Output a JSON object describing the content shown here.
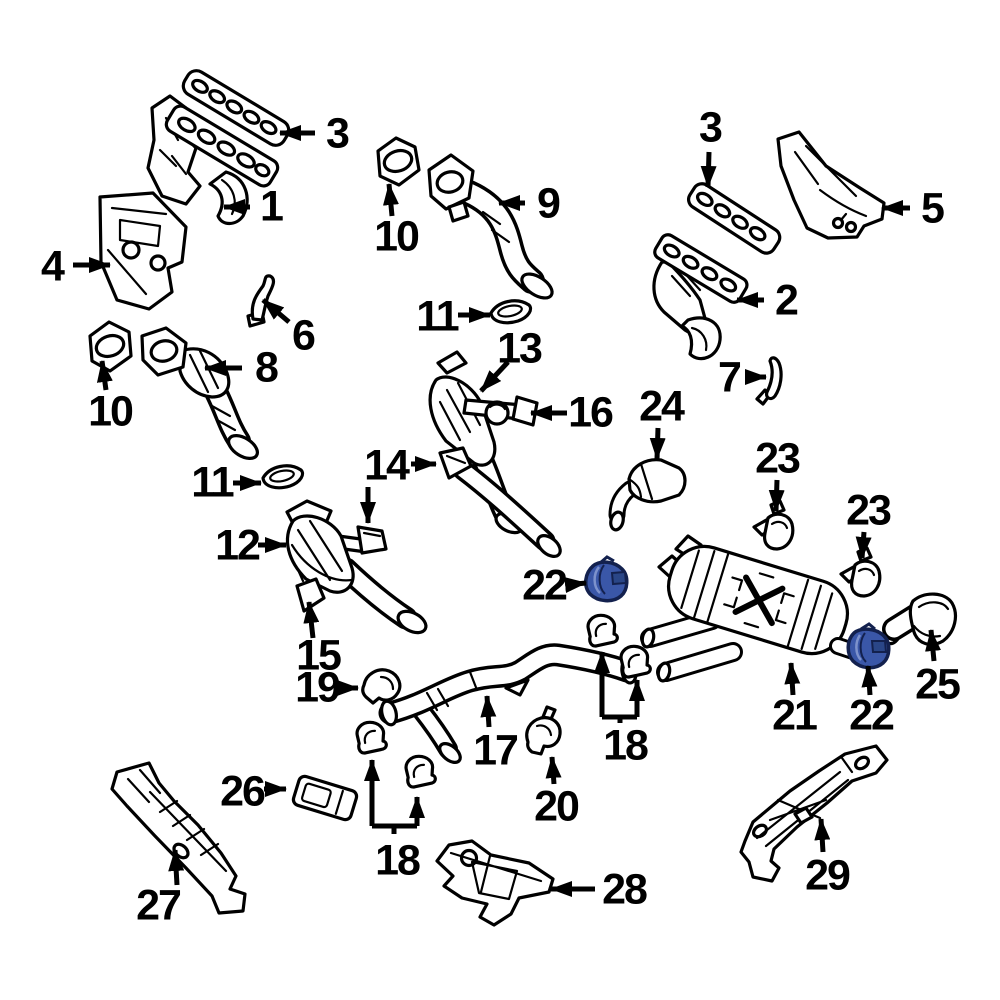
{
  "diagram": {
    "type": "exploded-parts-diagram",
    "subject": "Vehicle exhaust system parts diagram",
    "background_color": "#ffffff",
    "line_color": "#000000",
    "highlight_color": "#3a57a8",
    "highlighted_label": "22",
    "callouts": [
      {
        "label": "3",
        "highlighted": false
      },
      {
        "label": "1",
        "highlighted": false
      },
      {
        "label": "4",
        "highlighted": false
      },
      {
        "label": "10",
        "highlighted": false
      },
      {
        "label": "9",
        "highlighted": false
      },
      {
        "label": "6",
        "highlighted": false
      },
      {
        "label": "11",
        "highlighted": false
      },
      {
        "label": "13",
        "highlighted": false
      },
      {
        "label": "16",
        "highlighted": false
      },
      {
        "label": "3",
        "highlighted": false
      },
      {
        "label": "5",
        "highlighted": false
      },
      {
        "label": "2",
        "highlighted": false
      },
      {
        "label": "7",
        "highlighted": false
      },
      {
        "label": "8",
        "highlighted": false
      },
      {
        "label": "10",
        "highlighted": false
      },
      {
        "label": "11",
        "highlighted": false
      },
      {
        "label": "14",
        "highlighted": false
      },
      {
        "label": "24",
        "highlighted": false
      },
      {
        "label": "12",
        "highlighted": false
      },
      {
        "label": "15",
        "highlighted": false
      },
      {
        "label": "19",
        "highlighted": false
      },
      {
        "label": "22",
        "highlighted": true
      },
      {
        "label": "23",
        "highlighted": false
      },
      {
        "label": "23",
        "highlighted": false
      },
      {
        "label": "21",
        "highlighted": false
      },
      {
        "label": "22",
        "highlighted": true
      },
      {
        "label": "25",
        "highlighted": false
      },
      {
        "label": "26",
        "highlighted": false
      },
      {
        "label": "27",
        "highlighted": false
      },
      {
        "label": "17",
        "highlighted": false
      },
      {
        "label": "20",
        "highlighted": false
      },
      {
        "label": "18",
        "highlighted": false
      },
      {
        "label": "18",
        "highlighted": false
      },
      {
        "label": "28",
        "highlighted": false
      },
      {
        "label": "29",
        "highlighted": false
      }
    ]
  }
}
